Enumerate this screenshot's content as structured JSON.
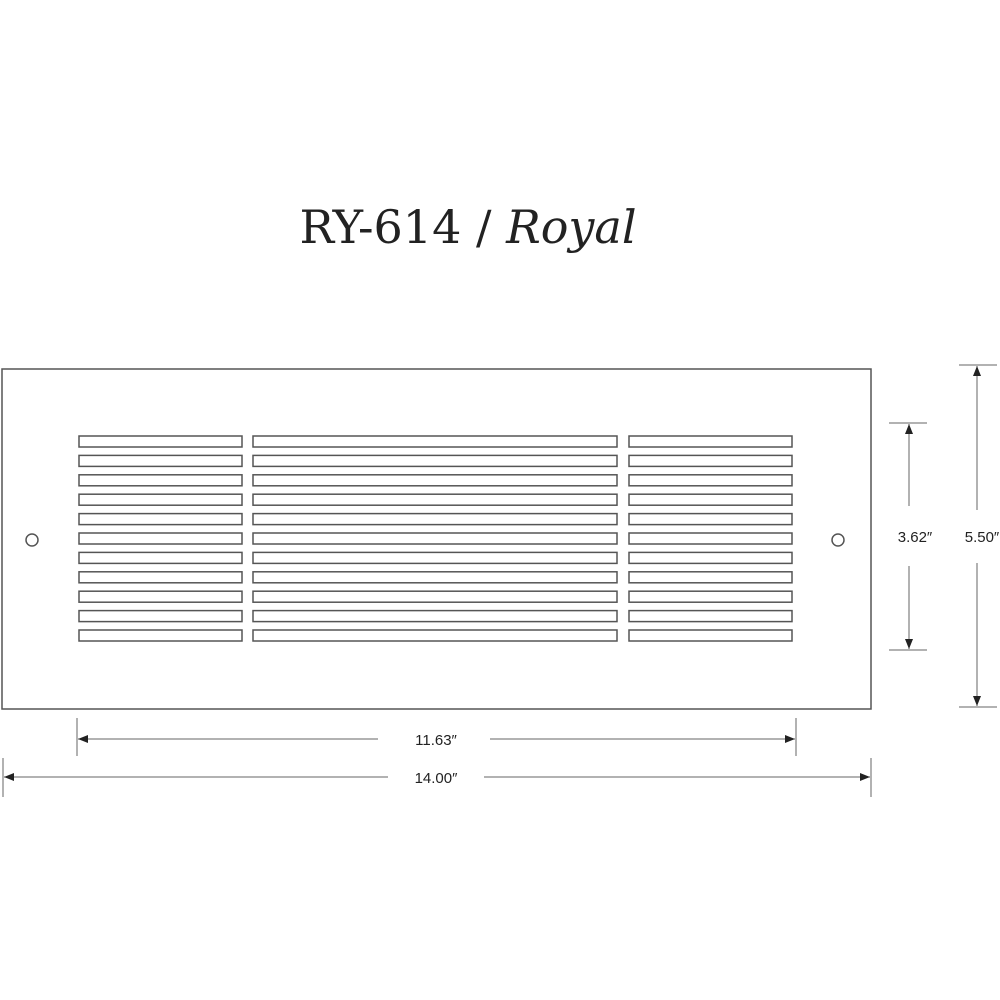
{
  "title": {
    "model": "RY-614",
    "separator": "/",
    "name": "Royal"
  },
  "grille": {
    "slot_rows": 11,
    "slot_columns": 3,
    "screw_holes": 2
  },
  "dimensions": {
    "louver_width": "11.63″",
    "overall_width": "14.00″",
    "louver_height": "3.62″",
    "overall_height": "5.50″"
  },
  "colors": {
    "line": "#555555",
    "text": "#222222"
  }
}
